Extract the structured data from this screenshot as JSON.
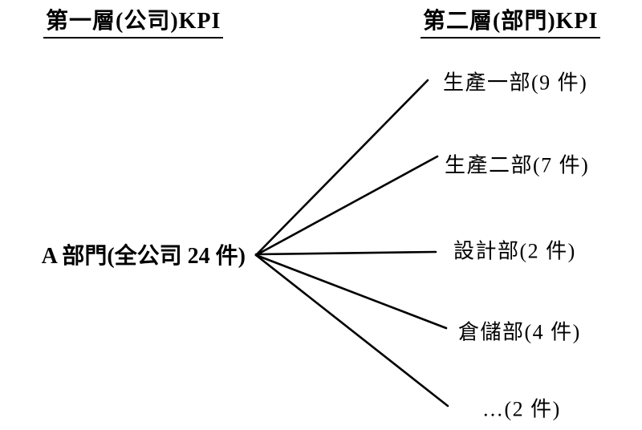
{
  "diagram": {
    "type": "kpi-deployment-fanout",
    "colors": {
      "background": "#ffffff",
      "text": "#000000",
      "line": "#000000"
    },
    "headers": {
      "level1": "第一層(公司)KPI",
      "level2": "第二層(部門)KPI"
    },
    "root": {
      "label": "A 部門(全公司 24 件)",
      "total_count": 24
    },
    "branches": [
      {
        "label": "生產一部(9 件)",
        "name": "生產一部",
        "count": 9
      },
      {
        "label": "生產二部(7 件)",
        "name": "生產二部",
        "count": 7
      },
      {
        "label": "設計部(2 件)",
        "name": "設計部",
        "count": 2
      },
      {
        "label": "倉儲部(4 件)",
        "name": "倉儲部",
        "count": 4
      },
      {
        "label": "…(2 件)",
        "name": "…",
        "count": 2
      }
    ]
  }
}
